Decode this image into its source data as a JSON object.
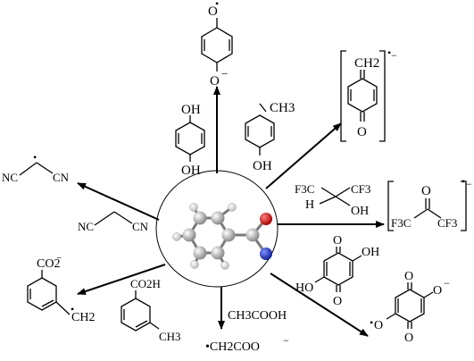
{
  "diagram": {
    "center": {
      "molecule": "benzamide-anion-ball-and-stick"
    },
    "labels": {
      "radical_dot": "•",
      "o_top": "O",
      "o_minus": "O",
      "minus": "−",
      "oh": "OH",
      "ch3": "CH3",
      "ch2": "CH2",
      "o": "O",
      "f3c": "F3C",
      "cf3": "CF3",
      "h": "H",
      "nc": "NC",
      "cn": "CN",
      "ho": "HO",
      "co2minus": "CO2",
      "co2h": "CO2H",
      "ch3cooh": "CH3COOH",
      "ch2coo": "•CH2COO"
    },
    "colors": {
      "oxygen": "#cc1111",
      "nitrogen": "#1d2fbf",
      "carbon": "#9a9a9a",
      "hydrogen": "#e6e6e6"
    }
  }
}
